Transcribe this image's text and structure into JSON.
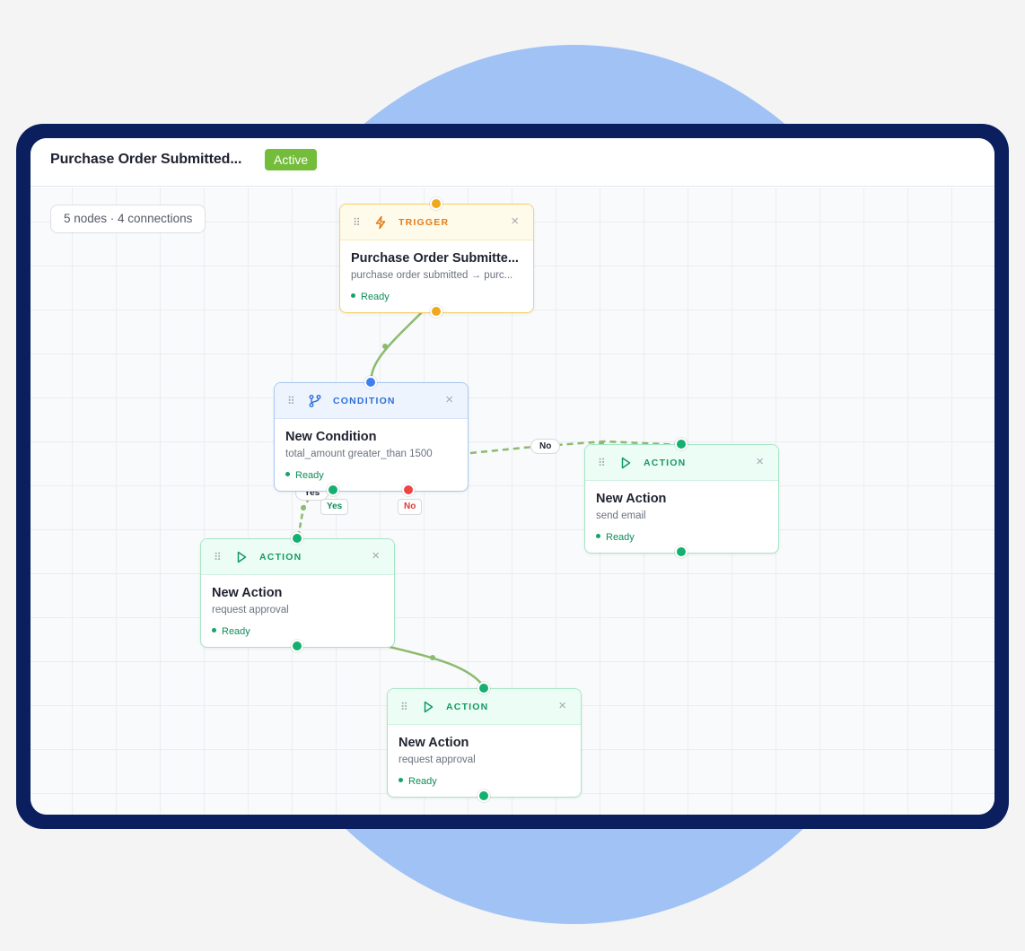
{
  "header": {
    "title": "Purchase Order Submitted...",
    "status": "Active"
  },
  "canvas": {
    "stats": "5 nodes · 4 connections"
  },
  "nodes": {
    "trigger": {
      "type": "TRIGGER",
      "title": "Purchase Order Submitte...",
      "description": "purchase order submitted → purc...",
      "status": "Ready",
      "icon": "lightning-icon"
    },
    "condition": {
      "type": "CONDITION",
      "title": "New Condition",
      "description": "total_amount greater_than 1500",
      "status": "Ready",
      "icon": "branch-icon",
      "branch_yes": "Yes",
      "branch_no": "No"
    },
    "action_email": {
      "type": "ACTION",
      "title": "New Action",
      "description": "send email",
      "status": "Ready",
      "icon": "play-icon"
    },
    "action_approval_1": {
      "type": "ACTION",
      "title": "New Action",
      "description": "request approval",
      "status": "Ready",
      "icon": "play-icon"
    },
    "action_approval_2": {
      "type": "ACTION",
      "title": "New Action",
      "description": "request approval",
      "status": "Ready",
      "icon": "play-icon"
    }
  },
  "edge_labels": {
    "yes": "Yes",
    "no": "No"
  },
  "drag_glyph": "⠿",
  "close_glyph": "×",
  "colors": {
    "brand_navy": "#0b1f5e",
    "blob_blue": "#a0c2f5",
    "active_green": "#74bd3a",
    "action_green": "#13b06f",
    "trigger_amber": "#f0a91c",
    "condition_blue": "#3b7ff0",
    "no_red": "#ef4444",
    "edge_green": "#8cba6e"
  }
}
